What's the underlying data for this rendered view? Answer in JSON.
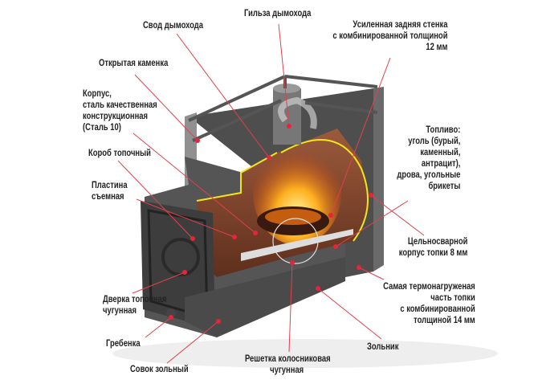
{
  "labels": {
    "svod": "Свод дымохода",
    "gilza": "Гильза дымохода",
    "rear_wall": [
      "Усиленная задняя стенка",
      "с комбинированной толщиной",
      "12 мм"
    ],
    "kamenka": "Открытая каменка",
    "korpus": [
      "Корпус,",
      "сталь качественная",
      "конструкционная",
      "(Сталь 10)"
    ],
    "korob": "Короб топочный",
    "plastina": [
      "Пластина",
      "съемная"
    ],
    "toplivo": [
      "Топливо:",
      "уголь (бурый,",
      "каменный,",
      "антрацит),",
      "дрова, угольные",
      "брикеты"
    ],
    "tselnosvarnoy": [
      "Цельносварной",
      "корпус топки 8 мм"
    ],
    "dverka": [
      "Дверка топочная",
      "чугунная"
    ],
    "termo": [
      "Самая термонагруженая",
      "часть топки",
      "с комбинированной",
      "толщиной 14 мм"
    ],
    "grebenka": "Гребенка",
    "zolnik": "Зольник",
    "reshetka": [
      "Решетка колосниковая",
      "чугунная"
    ],
    "sovok": "Совок зольный"
  },
  "colors": {
    "accent_line": "#e0414f",
    "weld_line": "#f2e51a",
    "steel": "#5b5b5b",
    "firebox": "#8a4a2e"
  }
}
